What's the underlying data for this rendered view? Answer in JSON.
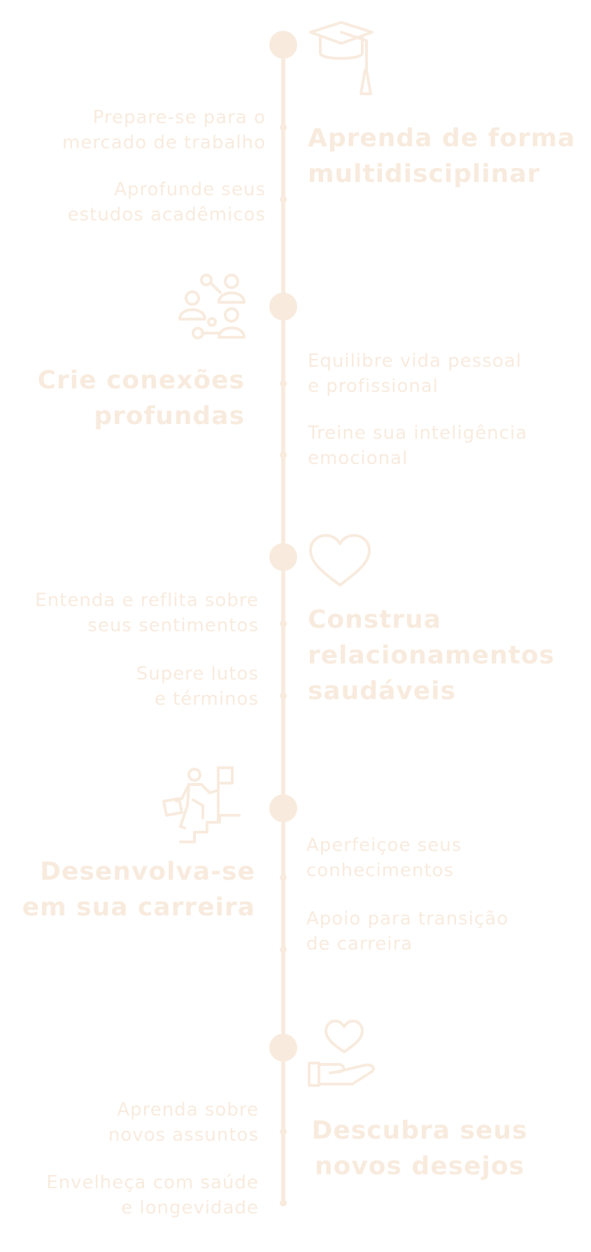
{
  "colors": {
    "accent": "#f8ebde",
    "background": "#ffffff"
  },
  "sections": [
    {
      "icon": "graduation-cap-icon",
      "title": "Aprenda de forma\nmultidisciplinar",
      "items": [
        "Prepare-se para o\nmercado de trabalho",
        "Aprofunde seus\nestudos acadêmicos"
      ]
    },
    {
      "icon": "people-network-icon",
      "title": "Crie conexões\nprofundas",
      "items": [
        "Equilibre vida pessoal\ne profissional",
        "Treine sua inteligência\nemocional"
      ]
    },
    {
      "icon": "heart-icon",
      "title": "Construa\nrelacionamentos\nsaudáveis",
      "items": [
        "Entenda e reflita sobre\nseus sentimentos",
        "Supere lutos\ne términos"
      ]
    },
    {
      "icon": "career-climb-icon",
      "title": "Desenvolva-se\nem sua carreira",
      "items": [
        "Aperfeiçoe seus\nconhecimentos",
        "Apoio para transição\nde carreira"
      ]
    },
    {
      "icon": "heart-in-hand-icon",
      "title": "Descubra seus\nnovos desejos",
      "items": [
        "Aprenda sobre\nnovos assuntos",
        "Envelheça com saúde\ne longevidade"
      ]
    }
  ]
}
